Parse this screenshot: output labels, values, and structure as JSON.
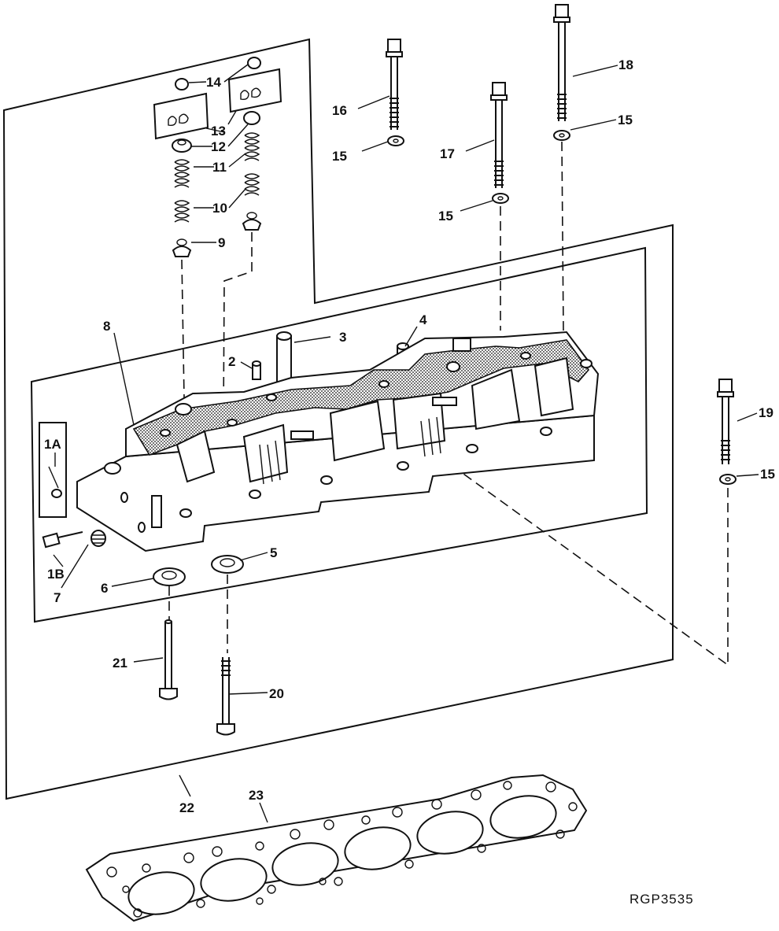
{
  "figure_code": "RGP3535",
  "colors": {
    "ink": "#111111",
    "paper": "#ffffff"
  },
  "callouts": [
    {
      "id": "1a",
      "text": "1A"
    },
    {
      "id": "1b",
      "text": "1B"
    },
    {
      "id": "2",
      "text": "2"
    },
    {
      "id": "3",
      "text": "3"
    },
    {
      "id": "4",
      "text": "4"
    },
    {
      "id": "5",
      "text": "5"
    },
    {
      "id": "6",
      "text": "6"
    },
    {
      "id": "7",
      "text": "7"
    },
    {
      "id": "8",
      "text": "8"
    },
    {
      "id": "9",
      "text": "9"
    },
    {
      "id": "10",
      "text": "10"
    },
    {
      "id": "11",
      "text": "11"
    },
    {
      "id": "12",
      "text": "12"
    },
    {
      "id": "13",
      "text": "13"
    },
    {
      "id": "14",
      "text": "14"
    },
    {
      "id": "15a",
      "text": "15"
    },
    {
      "id": "15b",
      "text": "15"
    },
    {
      "id": "15c",
      "text": "15"
    },
    {
      "id": "15d",
      "text": "15"
    },
    {
      "id": "16",
      "text": "16"
    },
    {
      "id": "17",
      "text": "17"
    },
    {
      "id": "18",
      "text": "18"
    },
    {
      "id": "19",
      "text": "19"
    },
    {
      "id": "20",
      "text": "20"
    },
    {
      "id": "21",
      "text": "21"
    },
    {
      "id": "22",
      "text": "22"
    },
    {
      "id": "23",
      "text": "23"
    }
  ]
}
